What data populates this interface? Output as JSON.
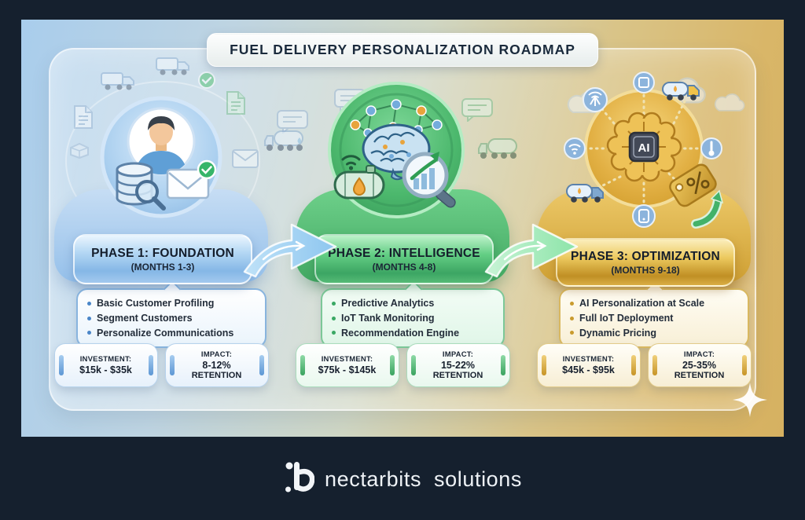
{
  "header": {
    "title": "FUEL DELIVERY PERSONALIZATION ROADMAP"
  },
  "footer": {
    "brand_name": "nectarbits",
    "brand_suffix": "solutions"
  },
  "colors": {
    "background": "#15202e",
    "phase1_accent": "#5d97d4",
    "phase2_accent": "#3aa35f",
    "phase3_accent": "#c79427"
  },
  "phases": [
    {
      "id": "phase-1",
      "title": "PHASE 1: FOUNDATION",
      "months": "(MONTHS 1-3)",
      "bullets": [
        "Basic Customer Profiling",
        "Segment Customers",
        "Personalize Communications"
      ],
      "investment": {
        "label": "INVESTMENT:",
        "value": "$15k - $35k"
      },
      "impact": {
        "label": "IMPACT:",
        "value": "8-12%",
        "unit": "RETENTION"
      },
      "icons": [
        "customer-avatar",
        "database-search",
        "email-verified"
      ]
    },
    {
      "id": "phase-2",
      "title": "PHASE 2: INTELLIGENCE",
      "months": "(MONTHS 4-8)",
      "bullets": [
        "Predictive Analytics",
        "IoT Tank Monitoring",
        "Recommendation Engine"
      ],
      "investment": {
        "label": "INVESTMENT:",
        "value": "$75k - $145k"
      },
      "impact": {
        "label": "IMPACT:",
        "value": "15-22%",
        "unit": "RETENTION"
      },
      "icons": [
        "ai-brain-network",
        "iot-fuel-tank",
        "growth-analytics-magnifier"
      ]
    },
    {
      "id": "phase-3",
      "title": "PHASE 3: OPTIMIZATION",
      "months": "(MONTHS 9-18)",
      "bullets": [
        "AI Personalization at Scale",
        "Full IoT Deployment",
        "Dynamic Pricing"
      ],
      "investment": {
        "label": "INVESTMENT:",
        "value": "$45k - $95k"
      },
      "impact": {
        "label": "IMPACT:",
        "value": "25-35%",
        "unit": "RETENTION"
      },
      "chip_label": "AI",
      "icons": [
        "ai-chip-brain",
        "iot-device-ring",
        "dynamic-price-tag",
        "fuel-truck"
      ]
    }
  ]
}
